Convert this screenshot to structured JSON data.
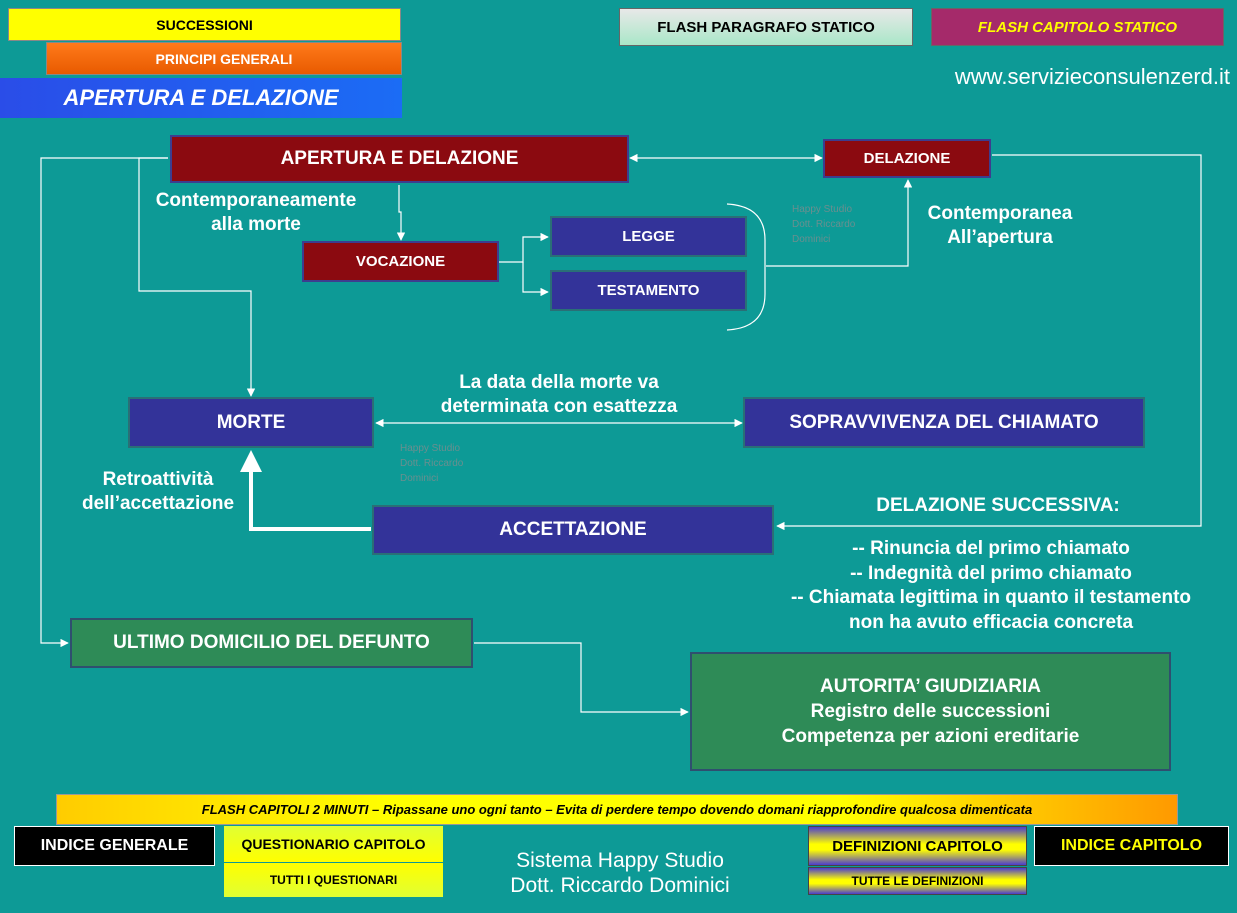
{
  "header": {
    "successioni": "SUCCESSIONI",
    "principi": "PRINCIPI GENERALI",
    "apertura": "APERTURA E DELAZIONE",
    "flash_paragrafo": "FLASH PARAGRAFO STATICO",
    "flash_capitolo": "FLASH CAPITOLO STATICO",
    "website": "www.servizieconsulenzerd.it"
  },
  "diagram": {
    "apertura": "APERTURA E DELAZIONE",
    "delazione": "DELAZIONE",
    "vocazione": "VOCAZIONE",
    "legge": "LEGGE",
    "testamento": "TESTAMENTO",
    "morte": "MORTE",
    "sopravvivenza": "SOPRAVVIVENZA DEL CHIAMATO",
    "accettazione": "ACCETTAZIONE",
    "domicilio": "ULTIMO DOMICILIO DEL DEFUNTO",
    "autorita": [
      "AUTORITA’ GIUDIZIARIA",
      "Registro delle successioni",
      "Competenza per azioni ereditarie"
    ],
    "contemporaneamente": [
      "Contemporaneamente",
      "alla morte"
    ],
    "contemporanea": [
      "Contemporanea",
      "All’apertura"
    ],
    "data_morte": [
      "La data della morte va",
      "determinata con esattezza"
    ],
    "retroattivita": [
      "Retroattività",
      "dell’accettazione"
    ],
    "delazione_successiva": "DELAZIONE SUCCESSIVA:",
    "delazione_items": [
      "-- Rinuncia del primo chiamato",
      "-- Indegnità del primo chiamato",
      "-- Chiamata legittima in quanto il testamento",
      "non ha avuto efficacia concreta"
    ],
    "watermark": [
      "Happy Studio",
      "Dott. Riccardo",
      "Dominici"
    ]
  },
  "footer": {
    "flash_banner": "FLASH CAPITOLI 2 MINUTI – Ripassane uno ogni tanto – Evita di perdere tempo dovendo domani riapprofondire qualcosa dimenticata",
    "indice_generale": "INDICE GENERALE",
    "questionario": "QUESTIONARIO CAPITOLO",
    "tutti_questionari": "TUTTI  I QUESTIONARI",
    "sistema": [
      "Sistema Happy Studio",
      "Dott. Riccardo Dominici"
    ],
    "definizioni": "DEFINIZIONI CAPITOLO",
    "tutte_definizioni": "TUTTE LE DEFINIZIONI",
    "indice_capitolo": "INDICE CAPITOLO"
  },
  "colors": {
    "background": "#0d9a96",
    "maroon": "#8b0a10",
    "navy": "#333399",
    "green": "#2e8b57"
  }
}
